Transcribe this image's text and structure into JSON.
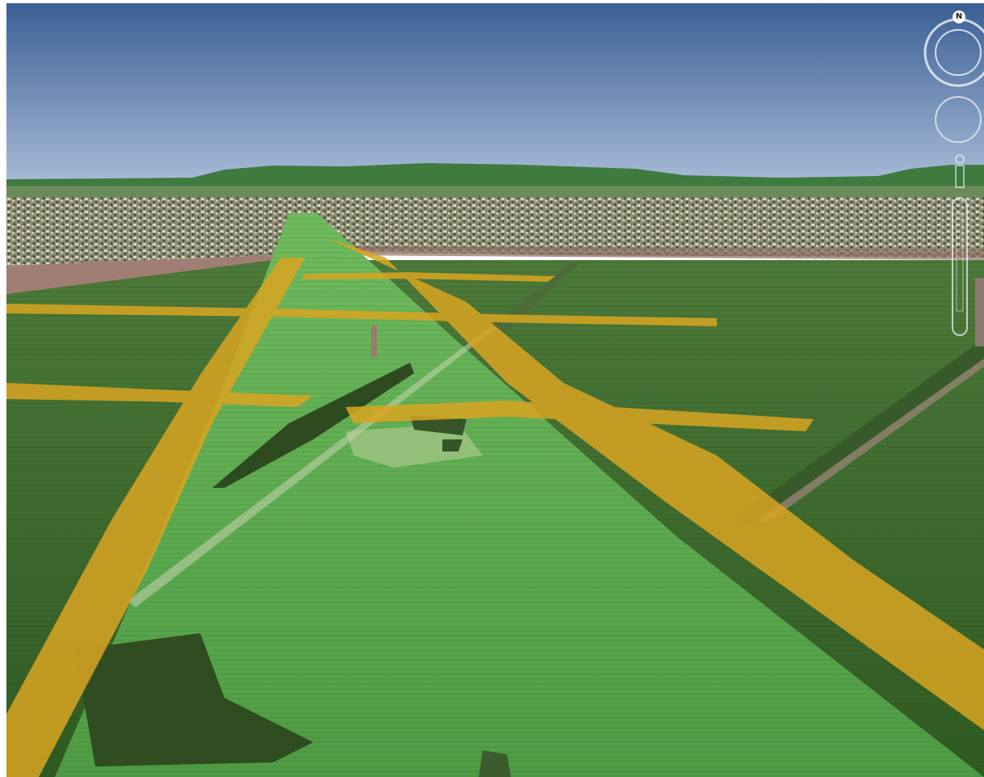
{
  "compass": {
    "north_label": "N"
  },
  "colors": {
    "sky_top": "#3b5f94",
    "sky_bottom": "#a9bcd8",
    "hills": "#3f7a3f",
    "field_bright": "#5aa850",
    "field_dark": "#3f6f2e",
    "road_overlay": "#d9a521",
    "town": "#9a9580"
  },
  "controls": [
    "look-joystick",
    "move-joystick",
    "street-view-pegman",
    "zoom-slider"
  ]
}
